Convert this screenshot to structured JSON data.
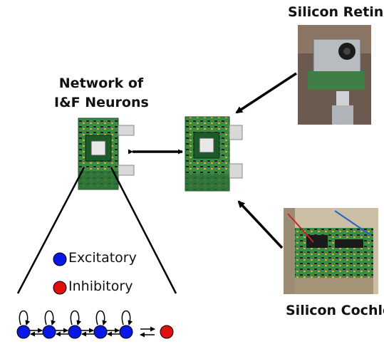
{
  "labels": {
    "network_title_line1": "Network of",
    "network_title_line2": "I&F Neurons",
    "retina": "Silicon Retina",
    "cochlea": "Silicon Cochlea"
  },
  "legend": {
    "excitatory": "Excitatory",
    "inhibitory": "Inhibitory"
  },
  "colors": {
    "excitatory": "#0a18e6",
    "inhibitory": "#e01010",
    "pcb_green": "#2f7a3a",
    "arrow": "#000000"
  },
  "network": {
    "excitatory_neurons": 5,
    "inhibitory_neurons": 1
  }
}
